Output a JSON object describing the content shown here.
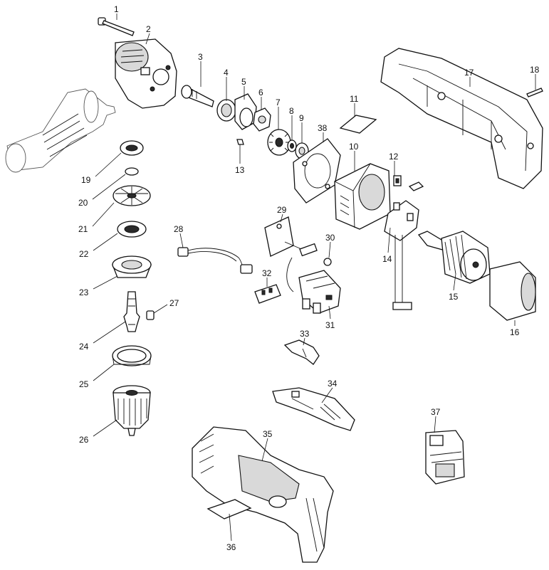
{
  "diagram": {
    "parts": [
      {
        "id": "p1",
        "number": "1"
      },
      {
        "id": "p2",
        "number": "2"
      },
      {
        "id": "p3",
        "number": "3"
      },
      {
        "id": "p4",
        "number": "4"
      },
      {
        "id": "p5",
        "number": "5"
      },
      {
        "id": "p6",
        "number": "6"
      },
      {
        "id": "p7",
        "number": "7"
      },
      {
        "id": "p8",
        "number": "8"
      },
      {
        "id": "p9",
        "number": "9"
      },
      {
        "id": "p10",
        "number": "10"
      },
      {
        "id": "p11",
        "number": "11"
      },
      {
        "id": "p12",
        "number": "12"
      },
      {
        "id": "p13",
        "number": "13"
      },
      {
        "id": "p14",
        "number": "14"
      },
      {
        "id": "p15",
        "number": "15"
      },
      {
        "id": "p16",
        "number": "16"
      },
      {
        "id": "p17",
        "number": "17"
      },
      {
        "id": "p18",
        "number": "18"
      },
      {
        "id": "p19",
        "number": "19"
      },
      {
        "id": "p20",
        "number": "20"
      },
      {
        "id": "p21",
        "number": "21"
      },
      {
        "id": "p22",
        "number": "22"
      },
      {
        "id": "p23",
        "number": "23"
      },
      {
        "id": "p24",
        "number": "24"
      },
      {
        "id": "p25",
        "number": "25"
      },
      {
        "id": "p26",
        "number": "26"
      },
      {
        "id": "p27",
        "number": "27"
      },
      {
        "id": "p28",
        "number": "28"
      },
      {
        "id": "p29",
        "number": "29"
      },
      {
        "id": "p30",
        "number": "30"
      },
      {
        "id": "p31",
        "number": "31"
      },
      {
        "id": "p32",
        "number": "32"
      },
      {
        "id": "p33",
        "number": "33"
      },
      {
        "id": "p34",
        "number": "34"
      },
      {
        "id": "p35",
        "number": "35"
      },
      {
        "id": "p36",
        "number": "36"
      },
      {
        "id": "p37",
        "number": "37"
      },
      {
        "id": "p38",
        "number": "38"
      }
    ]
  }
}
